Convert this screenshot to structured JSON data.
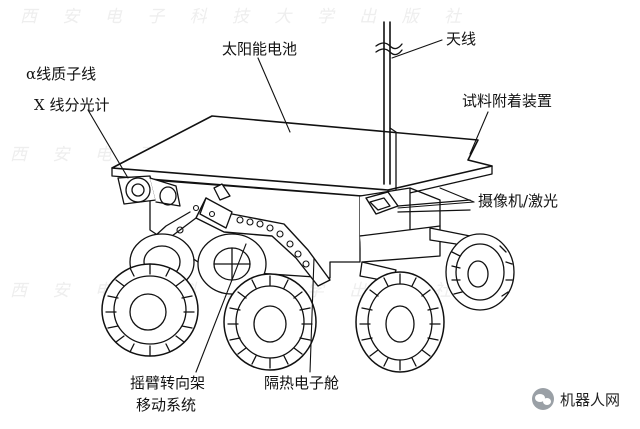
{
  "labels": {
    "solar_panel": "太阳能电池",
    "antenna": "天线",
    "apxs_line1": "α线质子线",
    "apxs_line2": "X 线分光计",
    "sample_attachment": "试料附着装置",
    "camera_laser": "摄像机/激光",
    "rocker_line1": "摇臂转向架",
    "rocker_line2": "移动系统",
    "warm_box": "隔热电子舱"
  },
  "watermark": {
    "text": "西 安 电 子 科 技 大 学 出 版 社"
  },
  "brand": {
    "name": "机器人网",
    "icon": "wechat-icon"
  },
  "colors": {
    "line": "#111111",
    "background": "#ffffff",
    "watermark": "#eeeeee"
  }
}
